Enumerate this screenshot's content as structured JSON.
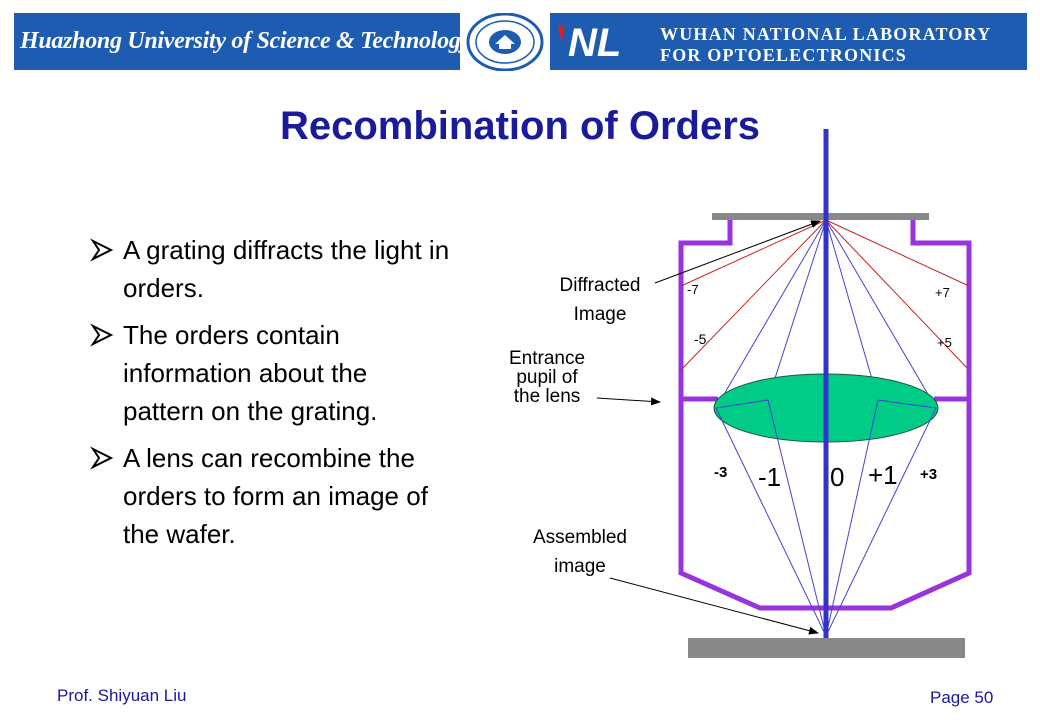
{
  "header": {
    "university_banner": "Huazhong University of Science & Technology",
    "lab_logo": "NL",
    "lab_line1": "WUHAN NATIONAL LABORATORY",
    "lab_line2": "FOR OPTOELECTRONICS",
    "seal_icon": "university-seal-icon",
    "colors": {
      "banner": "#1d5cb0",
      "title": "#1a1a9c"
    }
  },
  "title": "Recombination of Orders",
  "bullets": [
    "A grating diffracts the light in orders.",
    "The orders contain information about the pattern on the grating.",
    "A lens can recombine the orders to form an image of the wafer."
  ],
  "diagram": {
    "labels": {
      "diffracted_image_1": "Diffracted",
      "diffracted_image_2": "Image",
      "entrance_pupil_1": "Entrance",
      "entrance_pupil_2": "pupil of",
      "entrance_pupil_3": "the lens",
      "assembled_image_1": "Assembled",
      "assembled_image_2": "image"
    },
    "orders": {
      "minus7": "-7",
      "plus7": "+7",
      "minus5": "-5",
      "plus5": "+5",
      "minus3": "-3",
      "minus1": "-1",
      "zero": "0",
      "plus1": "+1",
      "plus3": "+3"
    },
    "colors": {
      "housing": "#9933dd",
      "axis": "#3333cc",
      "lens": "#00cc88",
      "plate": "#888888",
      "high_order_rays": "#cc2222",
      "low_order_rays": "#4444cc"
    }
  },
  "footer": {
    "author": "Prof. Shiyuan Liu",
    "page": "Page 50"
  }
}
